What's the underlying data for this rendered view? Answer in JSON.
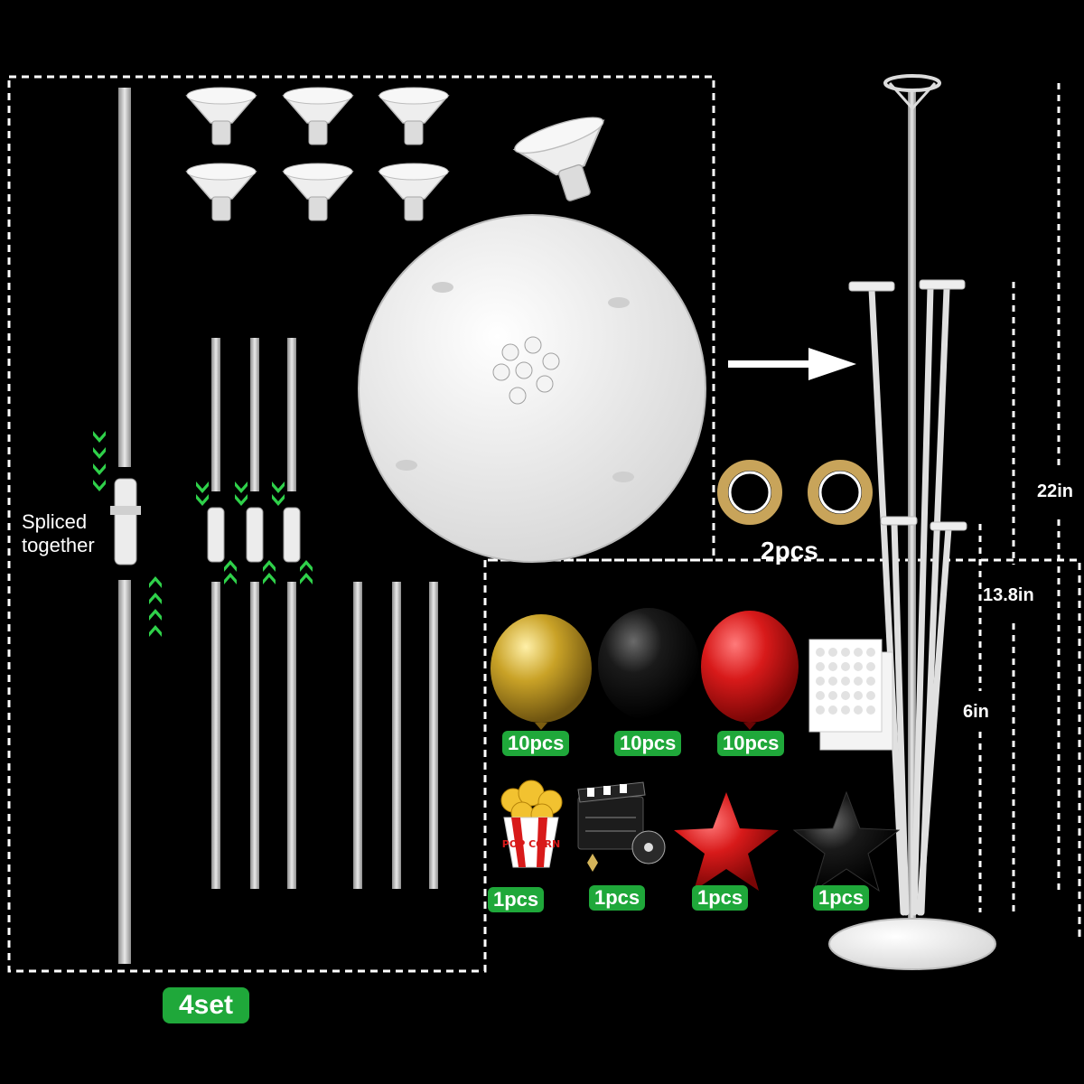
{
  "labels": {
    "spliced_line1": "Spliced",
    "spliced_line2": "together",
    "tape_qty": "2pcs",
    "set_qty": "4set"
  },
  "dimensions": {
    "total": "22in",
    "middle": "13.8in",
    "lower": "6in"
  },
  "latex_balloons": [
    {
      "color_name": "gold",
      "qty": "10pcs"
    },
    {
      "color_name": "black",
      "qty": "10pcs"
    },
    {
      "color_name": "red",
      "qty": "10pcs"
    }
  ],
  "foil_balloons": [
    {
      "kind": "popcorn",
      "qty": "1pcs"
    },
    {
      "kind": "clapperboard",
      "qty": "1pcs"
    },
    {
      "kind": "red-star",
      "qty": "1pcs"
    },
    {
      "kind": "black-star",
      "qty": "1pcs"
    }
  ],
  "popcorn_text": "POP CORN",
  "colors": {
    "background": "#000000",
    "badge_green": "#1fa83a",
    "arrow_green": "#2fd14a",
    "gold": "#c9a227",
    "red": "#d81a1a",
    "black_balloon": "#1a1a1a",
    "clear_plastic": "#e8e8e8"
  },
  "icons": [
    "green-chevron-arrow-icon",
    "white-arrow-icon"
  ]
}
